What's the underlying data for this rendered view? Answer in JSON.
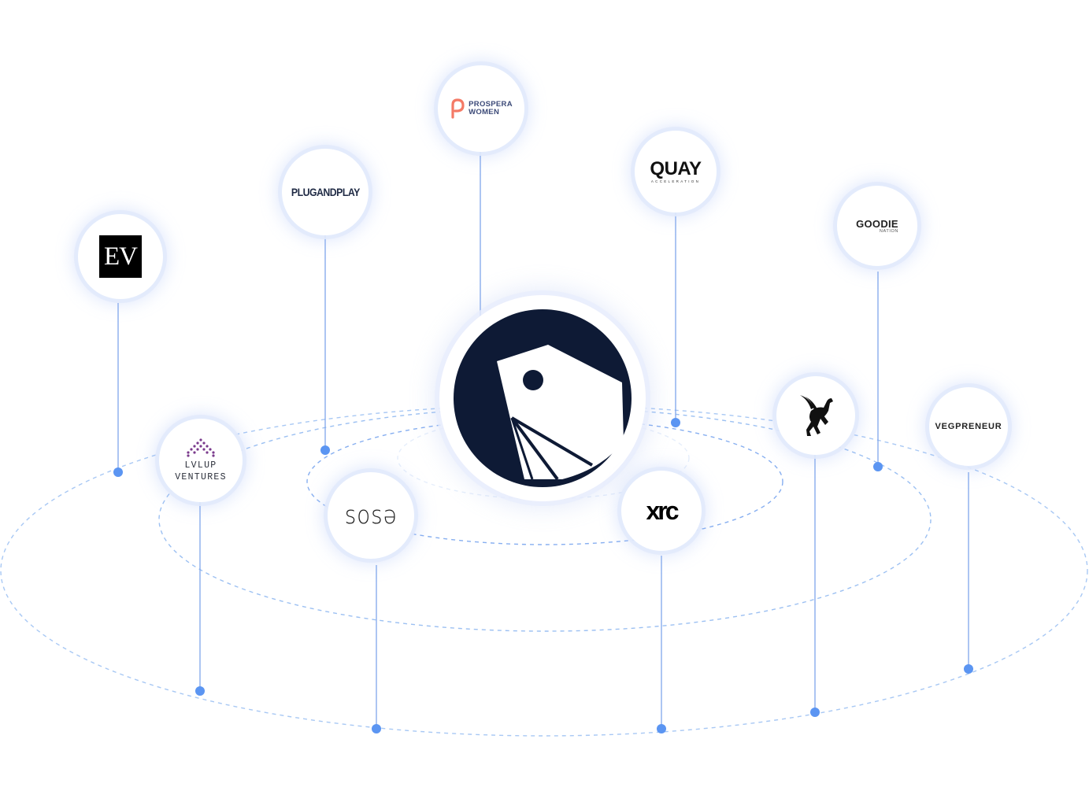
{
  "nodes": {
    "ev": {
      "label": "EV"
    },
    "plugandplay": {
      "label": "PLUGANDPLAY"
    },
    "prospera": {
      "line1": "PROSPERA",
      "line2": "WOMEN"
    },
    "quay": {
      "main": "QUAY",
      "sub": "ACCELERATION"
    },
    "goodie": {
      "main": "GOODIE",
      "sub": "NATION"
    },
    "lvlup": {
      "line1": "LVLUP",
      "line2": "VENTURES"
    },
    "sosa": {
      "label": "sosə"
    },
    "xrc": {
      "label": "xrc"
    },
    "vegpreneur": {
      "label": "VEGPRENEUR"
    }
  },
  "icons": {
    "hub": "price-tag-icon",
    "pegasus": "pegasus-icon",
    "prospera": "prospera-p-icon",
    "lvlup": "dotted-arch-icon"
  },
  "colors": {
    "hub_navy": "#0e1a35",
    "orbit_blue": "#8fb6ee",
    "dot_blue": "#5b95f2",
    "prospera_coral": "#f47a66",
    "lvlup_purple": "#7a3a8c"
  }
}
